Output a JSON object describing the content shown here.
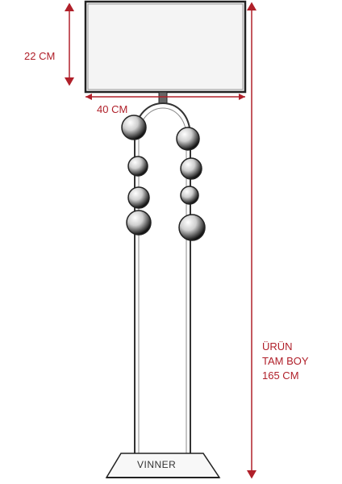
{
  "dimensions": {
    "shade_height": "22 CM",
    "shade_width": "40 CM",
    "total_height_lines": [
      "ÜRÜN",
      "TAM BOY",
      "165 CM"
    ]
  },
  "brand": "VINNER",
  "colors": {
    "dimension": "#b0202a",
    "outline": "#222222"
  }
}
